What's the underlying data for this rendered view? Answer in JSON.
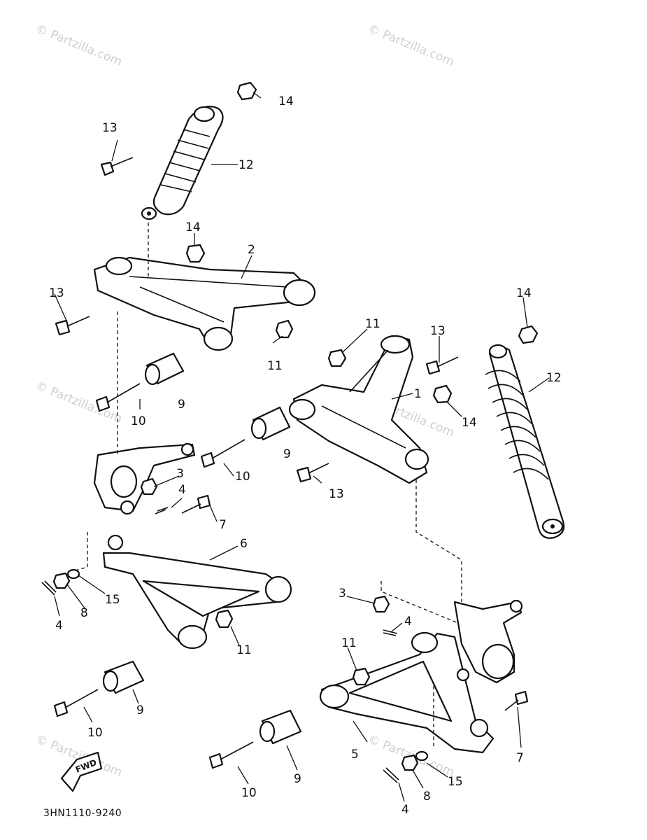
{
  "diagram_code": "3HN1110-9240",
  "fwd_label": "FWD",
  "watermark": "© Partzilla.com",
  "colors": {
    "ink": "#111111",
    "watermark": "#cfcfcf",
    "background": "#ffffff"
  },
  "callouts": {
    "c1": "1",
    "c2": "2",
    "c3a": "3",
    "c3b": "3",
    "c4a": "4",
    "c4b": "4",
    "c4c": "4",
    "c4d": "4",
    "c5": "5",
    "c6": "6",
    "c7a": "7",
    "c7b": "7",
    "c8a": "8",
    "c8b": "8",
    "c9a": "9",
    "c9b": "9",
    "c9c": "9",
    "c9d": "9",
    "c10a": "10",
    "c10b": "10",
    "c10c": "10",
    "c10d": "10",
    "c11a": "11",
    "c11b": "11",
    "c11c": "11",
    "c11d": "11",
    "c12a": "12",
    "c12b": "12",
    "c13a": "13",
    "c13b": "13",
    "c13c": "13",
    "c13d": "13",
    "c14a": "14",
    "c14b": "14",
    "c14c": "14",
    "c14d": "14",
    "c15a": "15",
    "c15b": "15"
  }
}
